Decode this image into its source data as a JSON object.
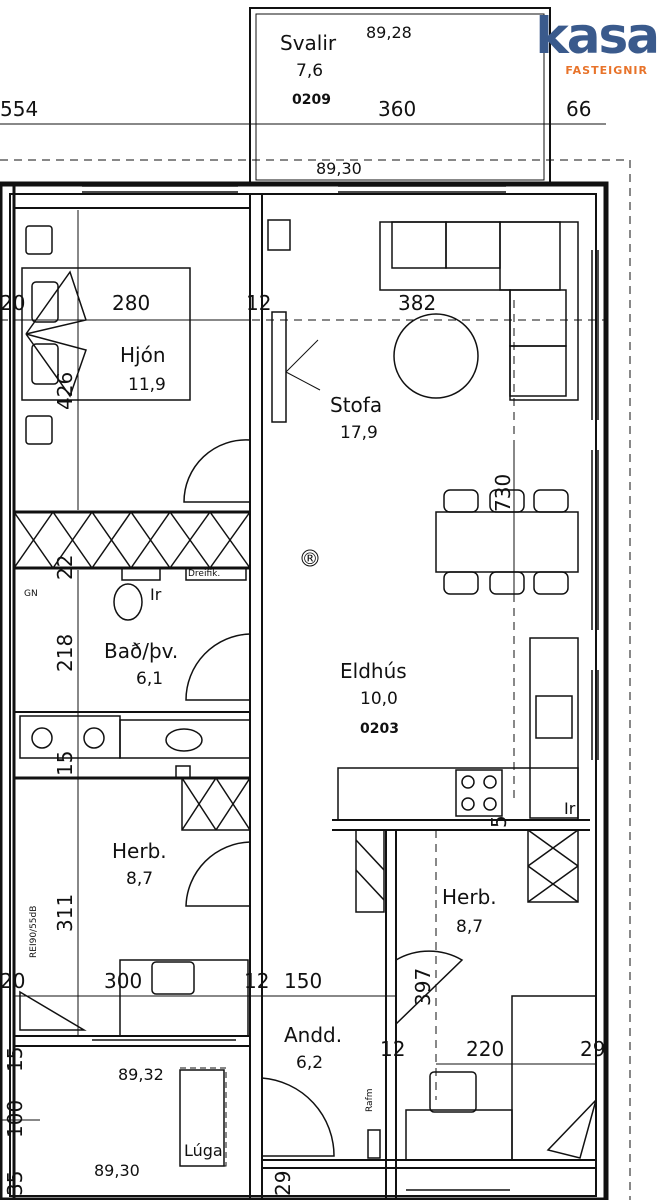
{
  "brand": {
    "name": "kasa",
    "tagline": "FASTEIGNIR",
    "primary_color": "#3a5a8c",
    "accent_color": "#e8732a"
  },
  "rooms": {
    "svalir": {
      "name": "Svalir",
      "area": "7,6",
      "code": "0209"
    },
    "hjon": {
      "name": "Hjón",
      "area": "11,9"
    },
    "stofa": {
      "name": "Stofa",
      "area": "17,9"
    },
    "bad": {
      "name": "Bað/þv.",
      "area": "6,1"
    },
    "eldhus": {
      "name": "Eldhús",
      "area": "10,0",
      "code": "0203"
    },
    "herb_left": {
      "name": "Herb.",
      "area": "8,7"
    },
    "herb_right": {
      "name": "Herb.",
      "area": "8,7"
    },
    "andd": {
      "name": "Andd.",
      "area": "6,2"
    },
    "luga": {
      "name": "Lúga"
    }
  },
  "elevations": {
    "top": "89,28",
    "upper": "89,30",
    "lower_left": "89,32",
    "bottom": "89,30"
  },
  "dimensions": {
    "d554": "554",
    "d360": "360",
    "d66": "66",
    "d20a": "20",
    "d280": "280",
    "d12a": "12",
    "d382": "382",
    "d426": "426",
    "d730": "730",
    "d22": "22",
    "d218": "218",
    "d15": "15",
    "d311": "311",
    "d20b": "20",
    "d300": "300",
    "d12b": "12",
    "d150": "150",
    "d397": "397",
    "d12c": "12",
    "d220": "220",
    "d29a": "29",
    "d15b": "15",
    "d100": "100",
    "d35": "35",
    "d29b": "29",
    "d5": "5"
  },
  "notes": {
    "rei": "REI90/55dB",
    "gn": "GN",
    "dreifik": "Dreifik.",
    "ir_top": "Ir",
    "ir_right": "Ir",
    "rafm": "Rafm",
    "registered": "®"
  }
}
